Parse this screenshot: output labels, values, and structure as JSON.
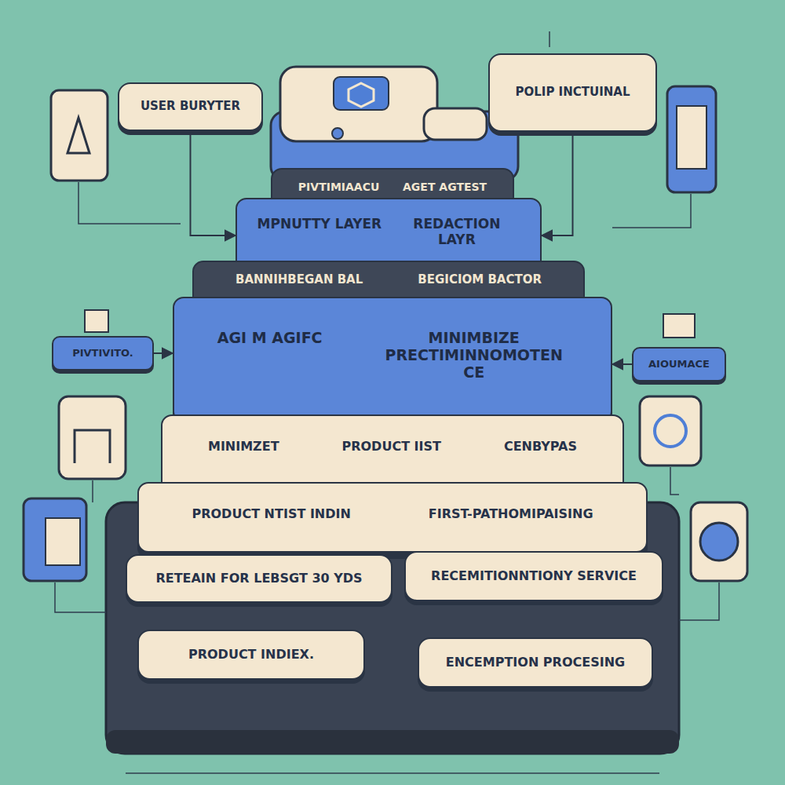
{
  "diagram": {
    "nodes": [
      {
        "text": [
          "USER BURYTER"
        ]
      },
      {
        "text": [
          "POLIP INCTUINAL"
        ]
      },
      {
        "text": [
          "PIVTIMIAACU",
          "AGET AGTEST"
        ]
      },
      {
        "text": [
          "MPNUTTY LAYER",
          "REDACTION LAYR"
        ]
      },
      {
        "text": [
          "BANNIHBEGAN BAL",
          "BEGICIOM BACTOR"
        ]
      },
      {
        "text": [
          "AGI M AGIFC",
          "MINIMBIZE PRECTIMINNOMOTENCE"
        ]
      },
      {
        "text": [
          "MINIMZET",
          "PRODUCT IIST",
          "CENBYPAS"
        ]
      },
      {
        "text": [
          "PRODUCT NTIST INDIN",
          "FIRST-PATHOMIPAISING"
        ]
      },
      {
        "text": [
          "RETEAIN FOR LEBSGT 30 YDS"
        ]
      },
      {
        "text": [
          "RECEMITIONNTIONY SERVICE"
        ]
      },
      {
        "text": [
          "PRODUCT INDIEX."
        ]
      },
      {
        "text": [
          "ENCEMPTION PROCESING"
        ]
      },
      {
        "text": [
          "PIVTIVITO."
        ]
      },
      {
        "text": [
          "AIOUMACE"
        ]
      }
    ],
    "edges": [
      {
        "from": 0,
        "to": 3,
        "arrow": "to"
      },
      {
        "from": 1,
        "to": 3,
        "arrow": "to"
      },
      {
        "from": 12,
        "to": 5,
        "arrow": "to"
      },
      {
        "from": 13,
        "to": 5,
        "arrow": "to"
      }
    ]
  }
}
